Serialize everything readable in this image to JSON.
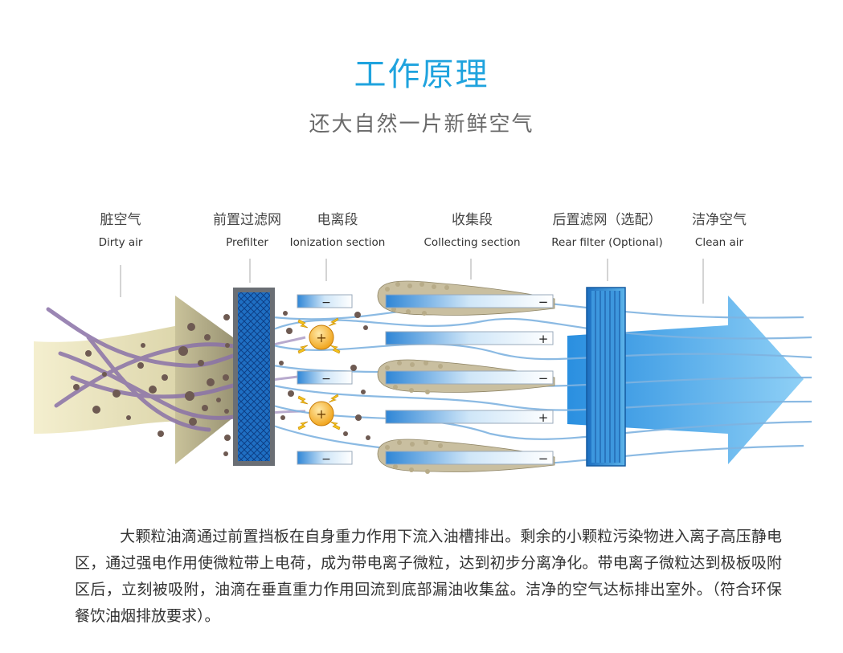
{
  "title": "工作原理",
  "subtitle": "还大自然一片新鲜空气",
  "stages": [
    {
      "zh": "脏空气",
      "en": "Dirty air"
    },
    {
      "zh": "前置过滤网",
      "en": "Prefilter"
    },
    {
      "zh": "电离段",
      "en": "Ionization section"
    },
    {
      "zh": "收集段",
      "en": "Collecting section"
    },
    {
      "zh": "后置滤网（选配）",
      "en": "Rear filter (Optional)"
    },
    {
      "zh": "洁净空气",
      "en": "Clean air"
    }
  ],
  "plate_signs": {
    "negative": "−",
    "positive": "+"
  },
  "description": "大颗粒油滴通过前置挡板在自身重力作用下流入油槽排出。剩余的小颗粒污染物进入离子高压静电区，通过强电作用使微粒带上电荷，成为带电离子微粒，达到初步分离净化。带电离子微粒达到极板吸附区后，立刻被吸附，油滴在垂直重力作用回流到底部漏油收集盆。洁净的空气达标排出室外。（符合环保餐饮油烟排放要求）。",
  "colors": {
    "title": "#1fa3de",
    "dirty_air": "#e8e0b8",
    "clean_arrow": "#3aa0e8",
    "fiber": "#8a72a8",
    "particle": "#6e5a52",
    "ion_charge": "#f3a81d",
    "flow_line": "#7fb3e0"
  },
  "icons": [
    "plus-charge-icon",
    "lightning-icon",
    "filter-mesh-icon"
  ]
}
